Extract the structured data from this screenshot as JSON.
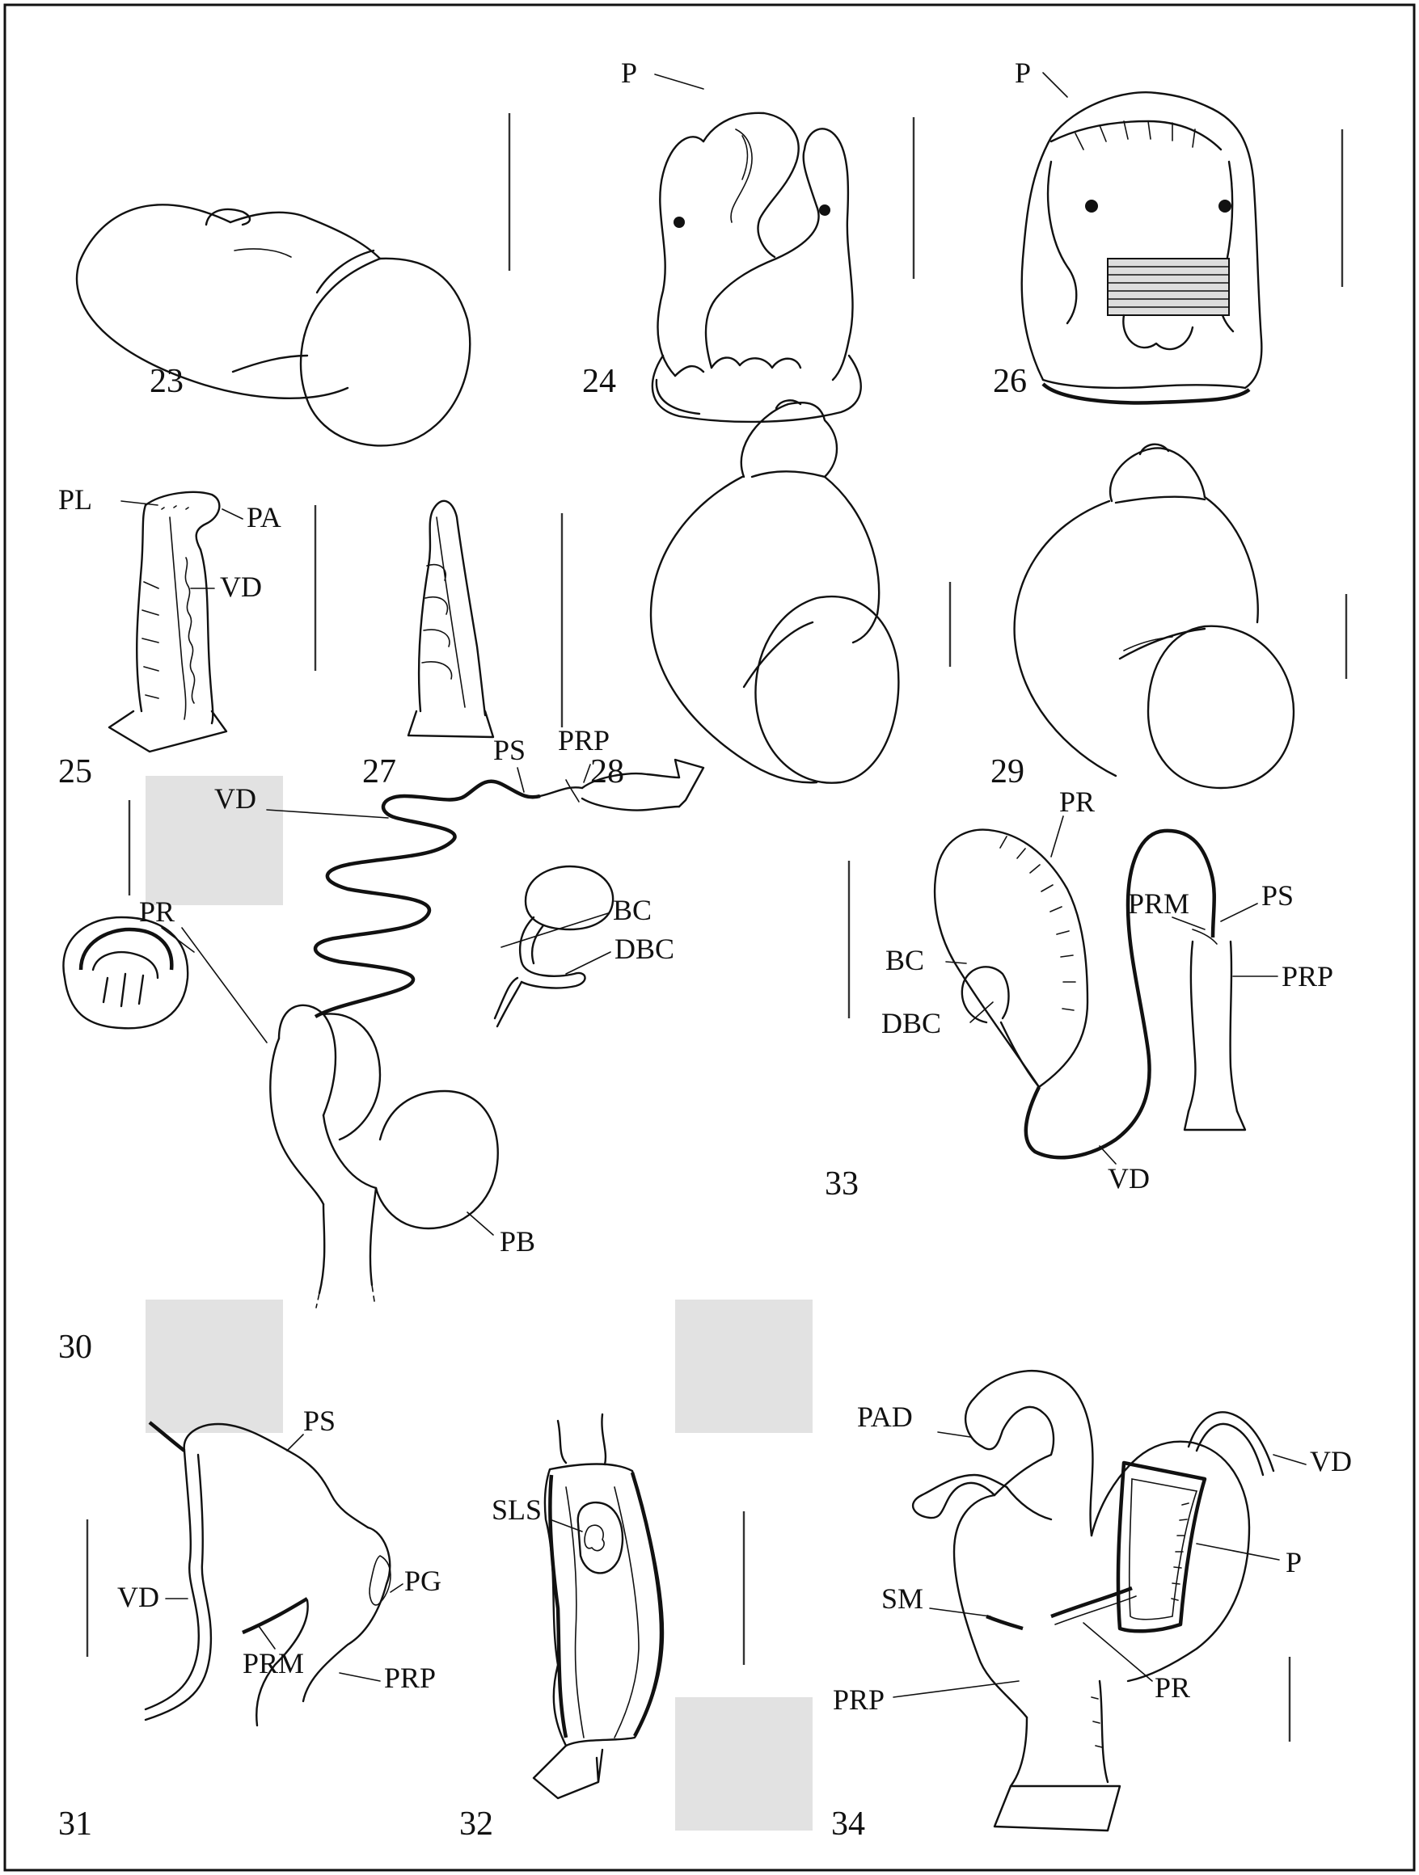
{
  "figure_numbers": {
    "f23": "23",
    "f24": "24",
    "f25": "25",
    "f26": "26",
    "f27": "27",
    "f28": "28",
    "f29": "29",
    "f30": "30",
    "f31": "31",
    "f32": "32",
    "f33": "33",
    "f34": "34"
  },
  "labels": {
    "fig24": {
      "P": "P"
    },
    "fig25": {
      "PL": "PL",
      "PA": "PA",
      "VD": "VD"
    },
    "fig26": {
      "P": "P"
    },
    "fig30": {
      "PS": "PS",
      "PRP": "PRP",
      "VD": "VD",
      "BC": "BC",
      "DBC": "DBC",
      "PR": "PR",
      "PB": "PB"
    },
    "fig31": {
      "PS": "PS",
      "VD": "VD",
      "PRM": "PRM",
      "PG": "PG",
      "PRP": "PRP"
    },
    "fig32": {
      "SLS": "SLS"
    },
    "fig33": {
      "PR": "PR",
      "PRM": "PRM",
      "PS": "PS",
      "BC": "BC",
      "PRP": "PRP",
      "DBC": "DBC",
      "VD": "VD"
    },
    "fig34": {
      "PAD": "PAD",
      "VD": "VD",
      "P": "P",
      "SM": "SM",
      "PRP": "PRP",
      "PR": "PR"
    }
  },
  "colors": {
    "ink": "#111111",
    "background": "#ffffff",
    "placeholder_gray": "#e2e2e2"
  }
}
